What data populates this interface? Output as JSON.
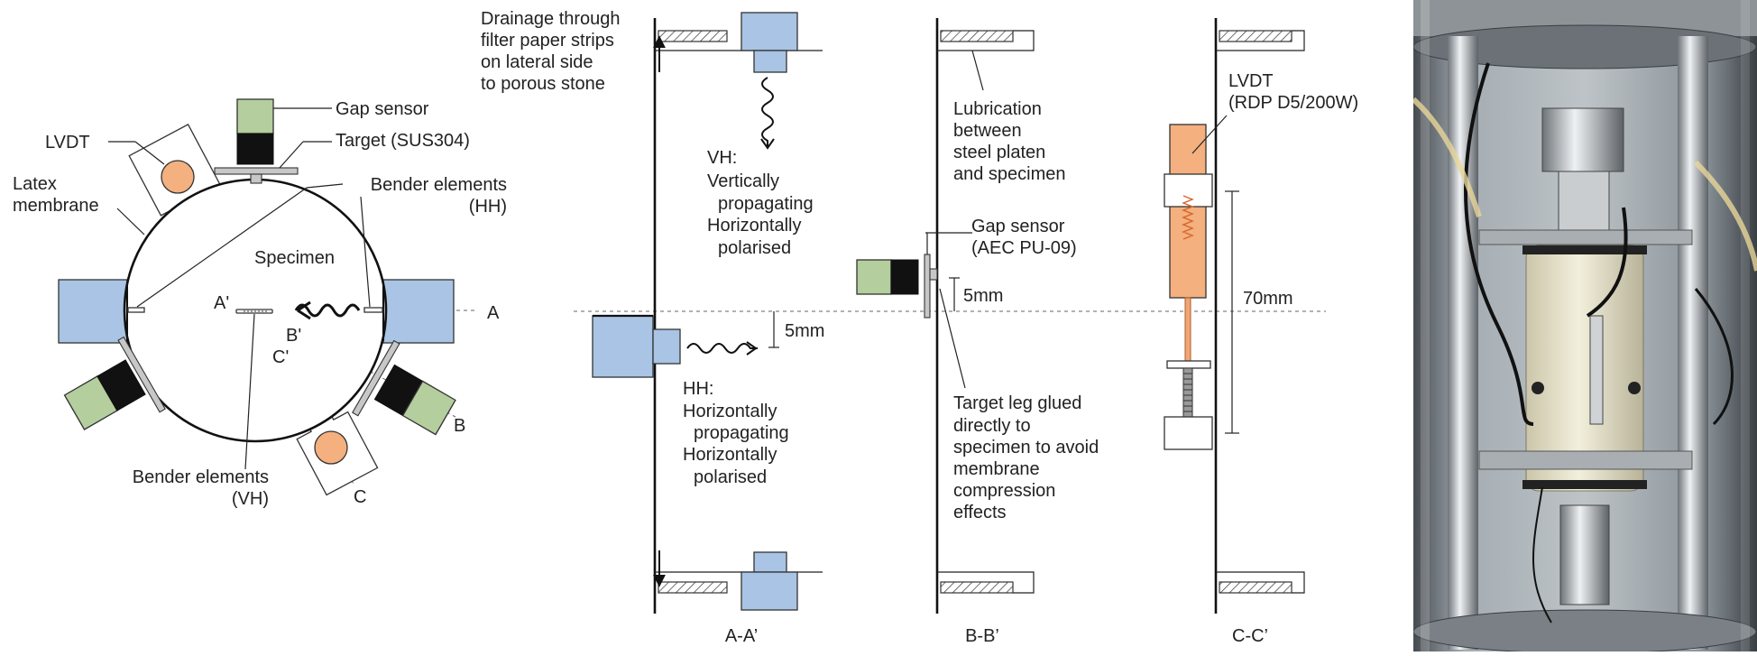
{
  "plan_view": {
    "gap_sensor": "Gap sensor",
    "target": "Target (SUS304)",
    "lvdt": "LVDT",
    "latex_line1": "Latex",
    "latex_line2": "membrane",
    "bender_hh_line1": "Bender elements",
    "bender_hh_line2": "(HH)",
    "specimen": "Specimen",
    "a": "A",
    "a_prime": "A'",
    "b": "B",
    "b_prime": "B'",
    "c": "C",
    "c_prime": "C'",
    "bender_vh_line1": "Bender elements",
    "bender_vh_line2": "(VH)"
  },
  "section_aa": {
    "drain_line1": "Drainage through",
    "drain_line2": "filter paper strips",
    "drain_line3": "on lateral side",
    "drain_line4": "to porous stone",
    "vh_line1": "VH:",
    "vh_line2": "Vertically",
    "vh_line3": "propagating",
    "vh_line4": "Horizontally",
    "vh_line5": "polarised",
    "dim_5mm": "5mm",
    "hh_line1": "HH:",
    "hh_line2": "Horizontally",
    "hh_line3": "propagating",
    "hh_line4": "Horizontally",
    "hh_line5": "polarised",
    "caption": "A-A’"
  },
  "section_bb": {
    "lub_line1": "Lubrication",
    "lub_line2": "between",
    "lub_line3": "steel platen",
    "lub_line4": "and specimen",
    "gap_line1": "Gap sensor",
    "gap_line2": "(AEC PU-09)",
    "dim_5mm": "5mm",
    "leg_line1": "Target leg glued",
    "leg_line2": "directly to",
    "leg_line3": "specimen to avoid",
    "leg_line4": "membrane",
    "leg_line5": "compression",
    "leg_line6": "effects",
    "caption": "B-B’"
  },
  "section_cc": {
    "lvdt_line1": "LVDT",
    "lvdt_line2": "(RDP D5/200W)",
    "dim_70mm": "70mm",
    "caption": "C-C’"
  },
  "colors": {
    "platen_blue": "#a9c4e4",
    "sensor_green": "#b4ce9e",
    "lvdt_orange": "#f4b07f"
  }
}
